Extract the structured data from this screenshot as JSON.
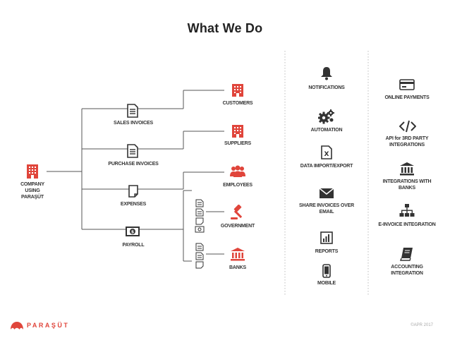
{
  "title": "What We Do",
  "root": "COMPANY USING PARAŞÜT",
  "flows": {
    "sales": "SALES INVOICES",
    "purchase": "PURCHASE INVOICES",
    "expenses": "EXPENSES",
    "payroll": "PAYROLL"
  },
  "targets": {
    "customers": "CUSTOMERS",
    "suppliers": "SUPPLIERS",
    "employees": "EMPLOYEES",
    "government": "GOVERNMENT",
    "banks": "BANKS"
  },
  "features": {
    "notifications": "NOTIFICATIONS",
    "automation": "AUTOMATION",
    "data_io": "DATA IMPORT/EXPORT",
    "share": "SHARE INVOICES OVER EMAIL",
    "reports": "REPORTS",
    "mobile": "MOBILE"
  },
  "integrations": {
    "online_payments": "ONLINE PAYMENTS",
    "api": "API for 3RD PARTY INTEGRATIONS",
    "banks": "INTEGRATIONS WITH BANKS",
    "einvoice": "E-INVOICE INTEGRATION",
    "accounting": "ACCOUNTING INTEGRATION"
  },
  "footer": {
    "logo": "PARAŞÜT",
    "copyright": "©APR 2017"
  },
  "colors": {
    "accent": "#e0453b",
    "dark": "#333333",
    "line": "#555555"
  },
  "icons": [
    "building-icon",
    "document-icon",
    "money-icon",
    "people-icon",
    "gavel-icon",
    "bank-icon",
    "bell-icon",
    "gears-icon",
    "excel-icon",
    "envelope-icon",
    "bar-chart-icon",
    "phone-icon",
    "card-icon",
    "code-icon",
    "network-icon",
    "book-icon",
    "parasut-logo-icon"
  ]
}
